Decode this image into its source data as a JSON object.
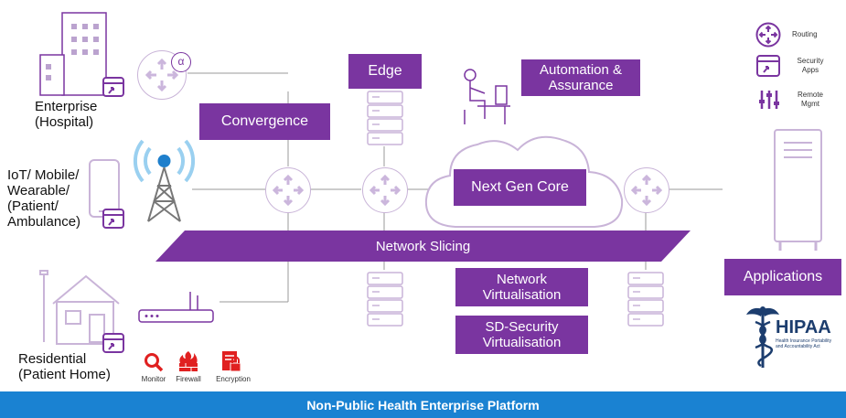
{
  "labels": {
    "enterprise": "Enterprise\n(Hospital)",
    "iot": "IoT/ Mobile/\nWearable/\n(Patient/\nAmbulance)",
    "residential": "Residential\n(Patient Home)"
  },
  "boxes": {
    "convergence": "Convergence",
    "edge": "Edge",
    "automation": "Automation &\nAssurance",
    "next_gen_core": "Next Gen Core",
    "network_slicing": "Network Slicing",
    "network_virtualisation": "Network\nVirtualisation",
    "sd_security": "SD-Security\nVirtualisation",
    "applications": "Applications"
  },
  "legend": {
    "routing": "Routing",
    "security_apps": "Security\nApps",
    "remote_mgmt": "Remote\nMgmt"
  },
  "security_tools": {
    "monitor": "Monitor",
    "firewall": "Firewall",
    "encryption": "Encryption"
  },
  "router_badge": "α",
  "hipaa": {
    "title": "HIPAA",
    "subtitle": "Health Insurance Portability\nand Accountability Act"
  },
  "footer": "Non-Public Health Enterprise Platform",
  "colors": {
    "purple": "#7a35a0",
    "footer_blue": "#1a82d2",
    "accent_red": "#e02020",
    "hipaa_navy": "#1c3d6e"
  }
}
